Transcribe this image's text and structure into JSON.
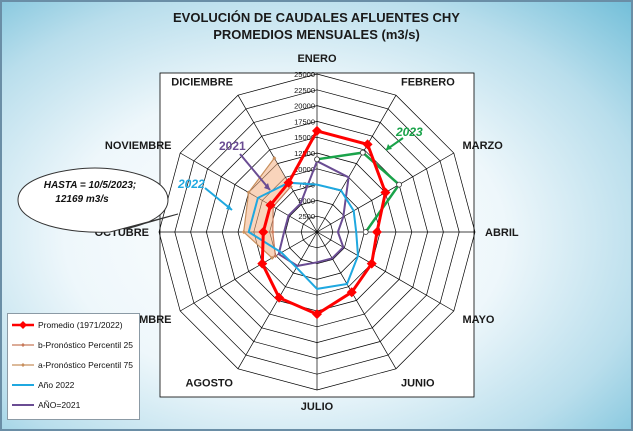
{
  "header": {
    "title_line1": "EVOLUCIÓN DE CAUDALES AFLUENTES CHY",
    "title_line2": "PROMEDIOS MENSUALES (m3/s)"
  },
  "callout": {
    "text_line1": "HASTA = 10/5/2023;",
    "text_line2": "12169 m3/s"
  },
  "annotations": {
    "label_2023": "2023",
    "label_2022": "2022",
    "label_2021": "2021"
  },
  "colors": {
    "promedio": "#ff0000",
    "p25": "#c87a5a",
    "p75": "#c8905e",
    "band_fill": "#f4b084",
    "anio2022": "#1fa8e0",
    "anio2021": "#6a4c93",
    "anio2023": "#1aa34a",
    "grid": "#000000"
  },
  "chart_data": {
    "type": "radar",
    "categories": [
      "ENERO",
      "FEBRERO",
      "MARZO",
      "ABRIL",
      "MAYO",
      "JUNIO",
      "JULIO",
      "AGOSTO",
      "SETIEMBRE",
      "OCTUBRE",
      "NOVIEMBRE",
      "DICIEMBRE"
    ],
    "radial_ticks": [
      2500,
      5000,
      7500,
      10000,
      12500,
      15000,
      17500,
      20000,
      22500,
      25000
    ],
    "rmax": 25000,
    "series": [
      {
        "name": "Promedio (1971/2022)",
        "values": [
          16000,
          16000,
          12500,
          9500,
          10000,
          11000,
          13000,
          12000,
          10000,
          8500,
          8500,
          9000
        ],
        "style": "line-marker"
      },
      {
        "name": "b-Pronóstico  Percentil 25",
        "values": [
          null,
          null,
          null,
          null,
          null,
          null,
          null,
          null,
          7600,
          7000,
          8000,
          8300
        ],
        "style": "band-low"
      },
      {
        "name": "a-Pronóstico  Percentil 75",
        "values": [
          null,
          null,
          null,
          null,
          null,
          null,
          null,
          null,
          8200,
          11600,
          12500,
          13500
        ],
        "style": "band-high"
      },
      {
        "name": "Año 2022",
        "values": [
          7500,
          7600,
          6700,
          6200,
          7500,
          9500,
          9000,
          6500,
          6500,
          10800,
          10800,
          9000
        ],
        "style": "line"
      },
      {
        "name": "AÑO=2021",
        "values": [
          11200,
          10000,
          4800,
          3300,
          4800,
          4800,
          4800,
          6200,
          7000,
          5200,
          5200,
          5200
        ],
        "style": "line"
      },
      {
        "name": "2023",
        "values": [
          11500,
          14500,
          15000,
          7700,
          null,
          null,
          null,
          null,
          null,
          null,
          null,
          null
        ],
        "style": "partial-line"
      }
    ]
  },
  "legend": {
    "items": [
      {
        "label": "Promedio (1971/2022)"
      },
      {
        "label": "b-Pronóstico  Percentil 25"
      },
      {
        "label": "a-Pronóstico  Percentil 75"
      },
      {
        "label": "Año 2022"
      },
      {
        "label": "AÑO=2021"
      }
    ]
  }
}
